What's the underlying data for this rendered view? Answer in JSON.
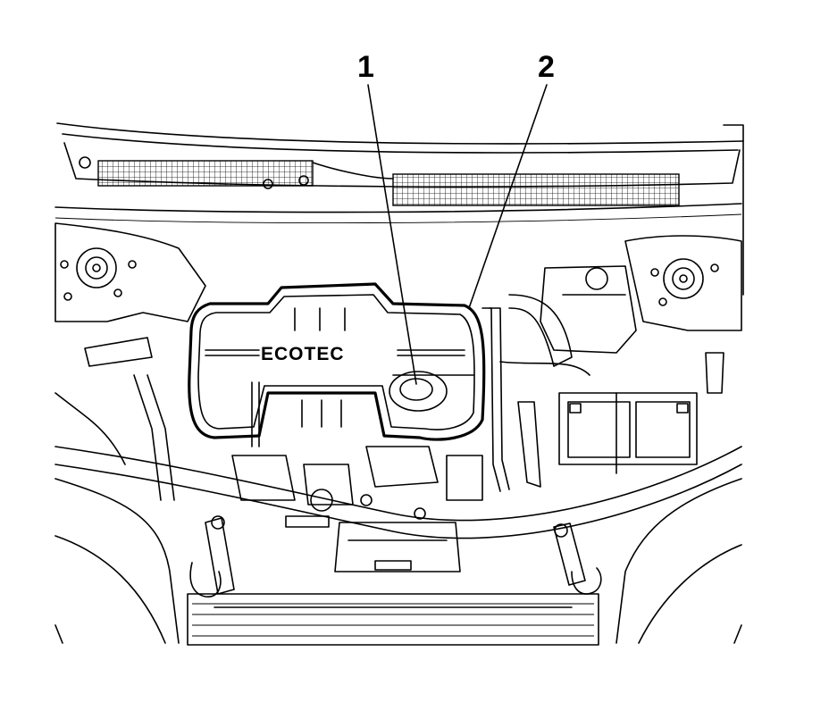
{
  "callouts": [
    {
      "id": "1",
      "label": "1"
    },
    {
      "id": "2",
      "label": "2"
    }
  ],
  "engine_cover_badge": "ECOTEC",
  "colors": {
    "line": "#000000",
    "background": "#ffffff"
  }
}
